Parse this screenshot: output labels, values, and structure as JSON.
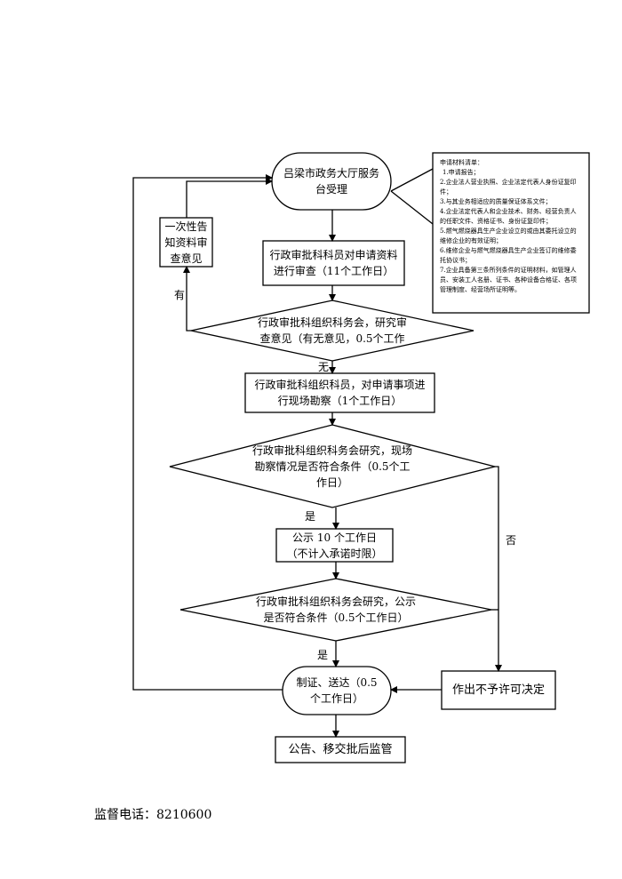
{
  "nodes": {
    "start": "吕梁市政务大厅服务台受理",
    "initial_review": "行政审批科科员对申请资料进行审查（11个工作日）",
    "decision1": "行政审批科组织科务会，研究审查意见（有无意见，0.5个工作",
    "site_survey": "行政审批科组织科员，对申请事项进行现场勘察（1个工作日）",
    "decision2": "行政审批科组织科务会研究，现场勘察情况是否符合条件（0.5个工作日）",
    "publicity": "公示 10 个工作日（不计入承诺时限）",
    "decision3": "行政审批科组织科务会研究，公示是否符合条件（0.5个工作日）",
    "issue": "制证、送达（0.5个工作日）",
    "notify": "一次性告知资料审查意见",
    "reject": "作出不予许可决定",
    "final": "公告、移交批后监管"
  },
  "edge_labels": {
    "has_opinion": "有",
    "no_opinion": "无",
    "yes1": "是",
    "yes2": "是",
    "no": "否"
  },
  "materials": {
    "title": "申请材料清单：",
    "items": [
      "1.申请报告；",
      "2.企业法人营业执照、企业法定代表人身份证复印件；",
      "3.与其业务相适应的质量保证体系文件；",
      "4.企业法定代表人和企业技术、财务、经营负责人的任职文件、资格证书、身份证复印件；",
      "5.燃气燃烧器具生产企业设立的或由其委托设立的维修企业的有效证明；",
      "6.维修企业与燃气燃烧器具生产企业签订的维修委托协议书；",
      "7.企业具备第三条所列条件的证明材料，如管理人员、安装工人名册、证书、各种设备合格证、各项管理制度、经营场所证明等。"
    ]
  },
  "footer": {
    "label": "监督电话：",
    "phone": "8210600"
  }
}
